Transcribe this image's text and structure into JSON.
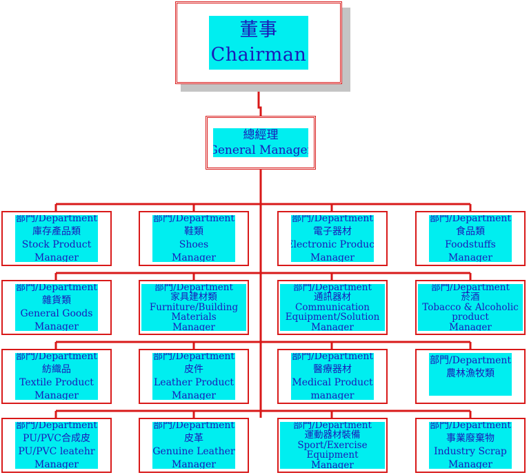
{
  "chart": {
    "chairman": {
      "zh": "董事",
      "en": "Chairman"
    },
    "general_manager": {
      "zh": "總經理",
      "en": "General Manager"
    },
    "rows": [
      [
        {
          "lines": [
            "部門/Department",
            "庫存產品類",
            "Stock Product",
            "Manager"
          ]
        },
        {
          "lines": [
            "部門/Department",
            "鞋類",
            "Shoes",
            "Manager"
          ]
        },
        {
          "lines": [
            "部門/Department",
            "電子器材",
            "Electronic Product",
            "Manager"
          ]
        },
        {
          "lines": [
            "部門/Department",
            "食品類",
            "Foodstuffs",
            "Manager"
          ]
        }
      ],
      [
        {
          "lines": [
            "部門/Department",
            "雜貨類",
            "General Goods",
            "Manager"
          ]
        },
        {
          "lines": [
            "部門/Department",
            "家具建材類",
            "Furniture/Building",
            "Materials",
            "Manager"
          ]
        },
        {
          "lines": [
            "部門/Department",
            "通訊器材",
            "Communication",
            "Equipment/Solution",
            "Manager"
          ]
        },
        {
          "lines": [
            "部門/Department",
            "菸酒",
            "Tobacco & Alcoholic",
            "product",
            "Manager"
          ]
        }
      ],
      [
        {
          "lines": [
            "部門/Department",
            "紡織品",
            "Textile Product",
            "Manager"
          ]
        },
        {
          "lines": [
            "部門/Department",
            "皮件",
            "Leather Product",
            "Manager"
          ]
        },
        {
          "lines": [
            "部門/Department",
            "醫療器材",
            "Medical Product",
            "manager"
          ]
        },
        {
          "lines": [
            "部門/Department",
            "農林漁牧類"
          ]
        }
      ],
      [
        {
          "lines": [
            "部門/Department",
            "PU/PVC合成皮",
            "PU/PVC leatehr",
            "Manager"
          ]
        },
        {
          "lines": [
            "部門/Department",
            "皮革",
            "Genuine Leather",
            "Manager"
          ]
        },
        {
          "lines": [
            "部門/Department",
            "運動器材裝備",
            "Sport/Exercise",
            "Equipment",
            "Manager"
          ]
        },
        {
          "lines": [
            "部門/Department",
            "事業廢棄物",
            "Industry Scrap",
            "Manager"
          ]
        }
      ]
    ],
    "colors": {
      "line": "#d81818",
      "label_fill": "#00eef0",
      "text": "#1a1ab8",
      "shadow": "#c4c4c4"
    }
  }
}
